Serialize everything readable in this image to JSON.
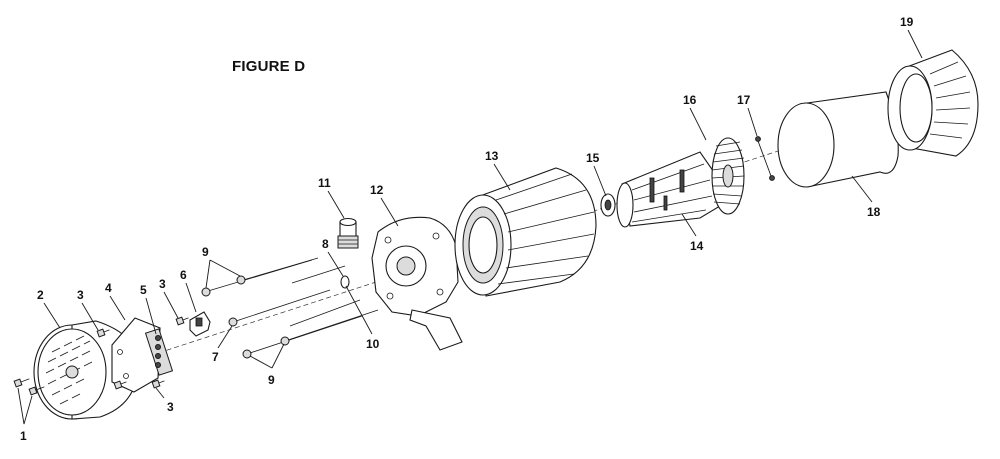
{
  "figure": {
    "title": "FIGURE D"
  },
  "callouts": {
    "c1": "1",
    "c2": "2",
    "c3a": "3",
    "c3b": "3",
    "c3c": "3",
    "c4": "4",
    "c5": "5",
    "c6": "6",
    "c7": "7",
    "c8": "8",
    "c9a": "9",
    "c9b": "9",
    "c10": "10",
    "c11": "11",
    "c12": "12",
    "c13": "13",
    "c14": "14",
    "c15": "15",
    "c16": "16",
    "c17": "17",
    "c18": "18",
    "c19": "19"
  }
}
